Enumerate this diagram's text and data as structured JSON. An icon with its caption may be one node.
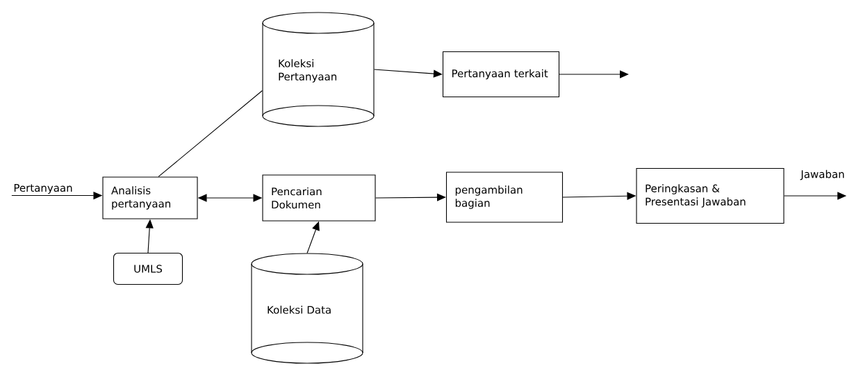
{
  "diagram": {
    "nodes": [
      {
        "text": [
          "Koleksi Pertanyaan"
        ]
      },
      {
        "text": [
          "Pertanyaan terkait"
        ]
      },
      {
        "text": [
          "Pertanyaan"
        ]
      },
      {
        "text": [
          "Analisis pertanyaan"
        ]
      },
      {
        "text": [
          "Pencarian Dokumen"
        ]
      },
      {
        "text": [
          "pengambilan bagian"
        ]
      },
      {
        "text": [
          "Peringkasan & Presentasi Jawaban"
        ]
      },
      {
        "text": [
          "Jawaban"
        ]
      },
      {
        "text": [
          "UMLS"
        ]
      },
      {
        "text": [
          "Koleksi Data"
        ]
      }
    ],
    "edges": [
      {
        "from": 0,
        "to": 1,
        "arrow": "to"
      },
      {
        "from": 1,
        "to": null,
        "arrow": "to"
      },
      {
        "from": 2,
        "to": 3,
        "arrow": "to"
      },
      {
        "from": 3,
        "to": 4,
        "arrow": "both"
      },
      {
        "from": 3,
        "to": 0,
        "arrow": "none"
      },
      {
        "from": 8,
        "to": 3,
        "arrow": "to"
      },
      {
        "from": 9,
        "to": 4,
        "arrow": "to"
      },
      {
        "from": 4,
        "to": 5,
        "arrow": "to"
      },
      {
        "from": 5,
        "to": 6,
        "arrow": "to"
      },
      {
        "from": 6,
        "to": 7,
        "arrow": "to"
      }
    ]
  }
}
